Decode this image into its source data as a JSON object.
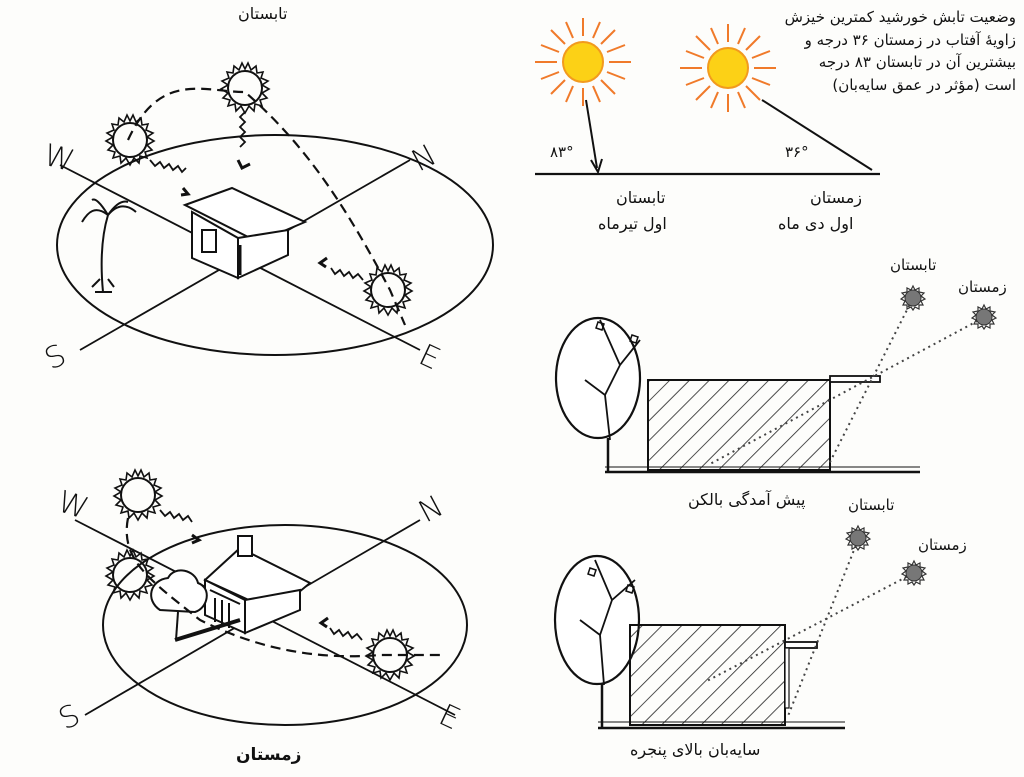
{
  "summer_diagram": {
    "caption": "تابستان",
    "compass": {
      "n": "N",
      "s": "S",
      "e": "E",
      "w": "W"
    }
  },
  "winter_diagram": {
    "caption": "زمستان",
    "compass": {
      "n": "N",
      "s": "S",
      "e": "E",
      "w": "W"
    }
  },
  "angle_diagram": {
    "description": "وضعیت تابش خورشید کمترین خیزش زاویهٔ آفتاب در زمستان ۳۶ درجه و بیشترین آن در تابستان ۸۳ درجه است (مؤثر در عمق سایه‌بان)",
    "summer_angle": "۸۳°",
    "winter_angle": "۳۶°",
    "summer_label": "تابستان",
    "summer_date": "اول تیرماه",
    "winter_label": "زمستان",
    "winter_date": "اول دی ماه"
  },
  "balcony_diagram": {
    "caption": "پیش آمدگی بالکن",
    "summer_label": "تابستان",
    "winter_label": "زمستان"
  },
  "window_diagram": {
    "caption": "سایه‌بان بالای پنجره",
    "summer_label": "تابستان",
    "winter_label": "زمستان"
  }
}
